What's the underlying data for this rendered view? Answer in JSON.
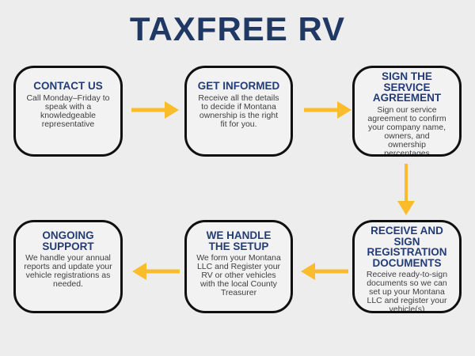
{
  "title": "TAXFREE RV",
  "colors": {
    "page_bg": "#ededee",
    "box_bg": "#f2f2f3",
    "box_border": "#101010",
    "title_navy": "#1f3864",
    "heading_navy": "#233c74",
    "body_gray": "#3f3f3f",
    "arrow_gold": "#f9bc2b"
  },
  "steps": [
    {
      "id": "contact-us",
      "heading": "CONTACT US",
      "body": "Call Monday–Friday to\nspeak with a\nknowledgeable\nrepresentative"
    },
    {
      "id": "get-informed",
      "heading": "GET INFORMED",
      "body": "Receive all the details\nto decide if Montana\nownership is the right\nfit for you."
    },
    {
      "id": "sign-the-service-agreement",
      "heading": "SIGN THE\nSERVICE\nAGREEMENT",
      "body": "Sign our service\nagreement to confirm\nyour company name,\nowners, and\nownership\npercentages"
    },
    {
      "id": "receive-and-sign-registration-documents",
      "heading": "RECEIVE AND\nSIGN\nREGISTRATION\nDOCUMENTS",
      "body": "Receive ready-to-sign\ndocuments so we can\nset up your Montana\nLLC and register your\nvehicle(s)"
    },
    {
      "id": "we-handle-the-setup",
      "heading": "WE HANDLE\nTHE SETUP",
      "body": "We form your Montana\nLLC and Register your\nRV or other vehicles\nwith the local County\nTreasurer"
    },
    {
      "id": "ongoing-support",
      "heading": "ONGOING\nSUPPORT",
      "body": "We handle your annual\nreports and update your\nvehicle registrations as\nneeded."
    }
  ],
  "arrows": [
    {
      "from": "contact-us",
      "to": "get-informed",
      "direction": "right"
    },
    {
      "from": "get-informed",
      "to": "sign-the-service-agreement",
      "direction": "right"
    },
    {
      "from": "sign-the-service-agreement",
      "to": "receive-and-sign-registration-documents",
      "direction": "down"
    },
    {
      "from": "receive-and-sign-registration-documents",
      "to": "we-handle-the-setup",
      "direction": "left"
    },
    {
      "from": "we-handle-the-setup",
      "to": "ongoing-support",
      "direction": "left"
    }
  ]
}
